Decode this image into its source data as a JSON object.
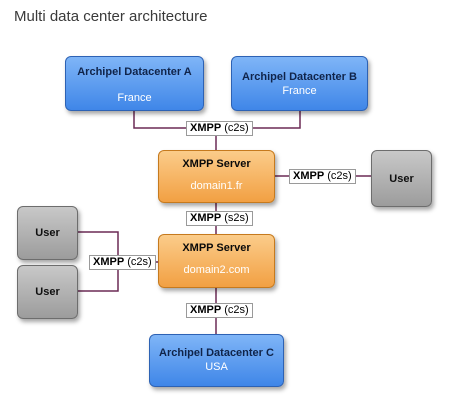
{
  "title": "Multi data center architecture",
  "nodes": {
    "dc_a": {
      "name": "Archipel Datacenter A",
      "location": "France"
    },
    "dc_b": {
      "name": "Archipel Datacenter B",
      "location": "France"
    },
    "server1": {
      "name": "XMPP Server",
      "domain": "domain1.fr"
    },
    "server2": {
      "name": "XMPP Server",
      "domain": "domain2.com"
    },
    "dc_c": {
      "name": "Archipel Datacenter C",
      "location": "USA"
    },
    "user_right": {
      "name": "User"
    },
    "user_left_top": {
      "name": "User"
    },
    "user_left_bottom": {
      "name": "User"
    }
  },
  "links": {
    "dc_to_server1": {
      "protocol": "XMPP",
      "mode": "(c2s)"
    },
    "user_to_server1": {
      "protocol": "XMPP",
      "mode": "(c2s)"
    },
    "server1_to_server2": {
      "protocol": "XMPP",
      "mode": "(s2s)"
    },
    "users_to_server2": {
      "protocol": "XMPP",
      "mode": "(c2s)"
    },
    "server2_to_dc_c": {
      "protocol": "XMPP",
      "mode": "(c2s)"
    }
  },
  "colors": {
    "connector": "#6b2a55",
    "datacenter": "#4f8fea",
    "server": "#f5ab4f",
    "user": "#aaaaaa"
  }
}
